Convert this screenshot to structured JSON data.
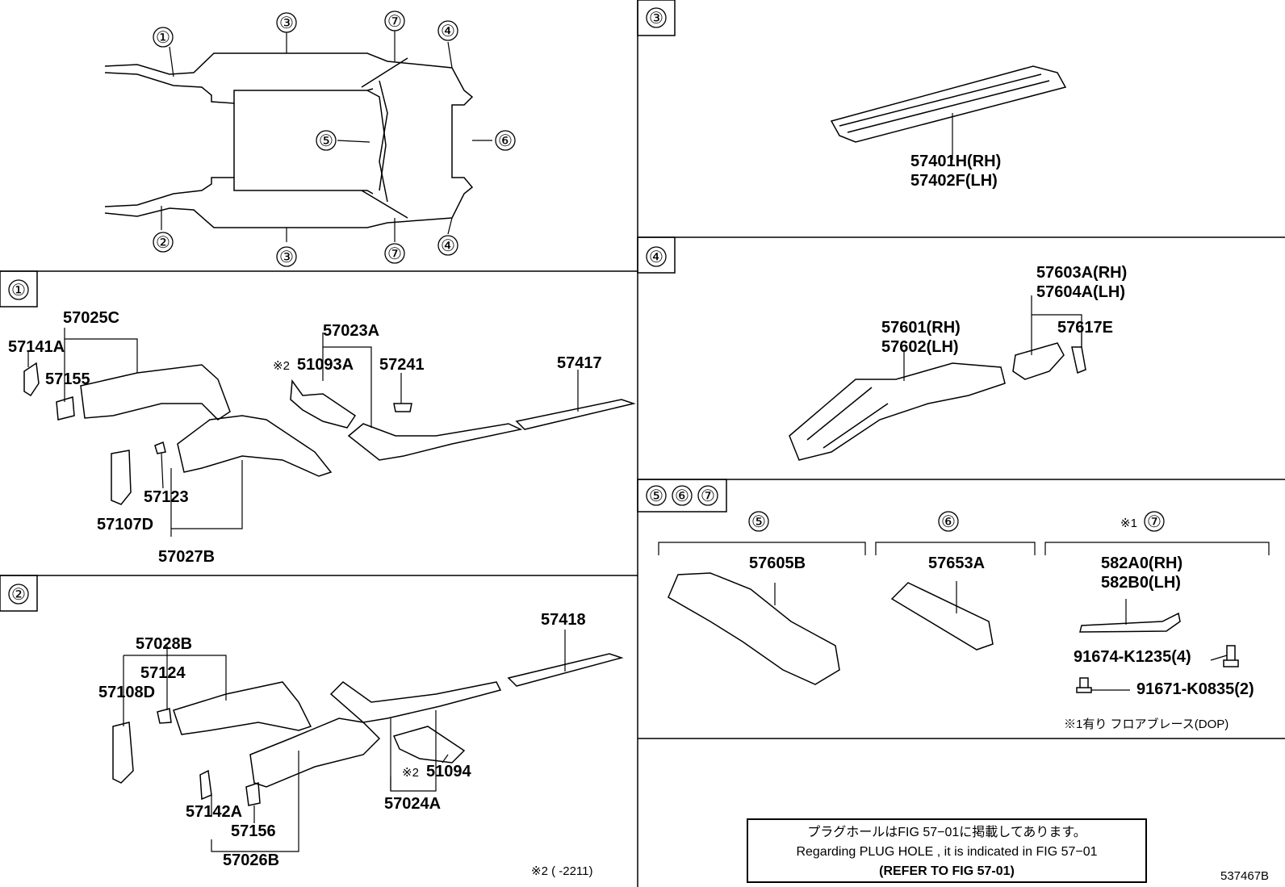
{
  "callouts": {
    "c1": "①",
    "c2": "②",
    "c3": "③",
    "c4": "④",
    "c5": "⑤",
    "c6": "⑥",
    "c7": "⑦"
  },
  "section3": {
    "part1": "57401H(RH)",
    "part2": "57402F(LH)"
  },
  "section4": {
    "p1": "57603A(RH)",
    "p2": "57604A(LH)",
    "p3": "57601(RH)",
    "p4": "57602(LH)",
    "p5": "57617E"
  },
  "section1": {
    "p57025C": "57025C",
    "p57141A": "57141A",
    "p57155": "57155",
    "p57023A": "57023A",
    "mark2": "※2",
    "p51093A": "51093A",
    "p57241": "57241",
    "p57417": "57417",
    "p57123": "57123",
    "p57107D": "57107D",
    "p57027B": "57027B"
  },
  "section2": {
    "p57418": "57418",
    "p57028B": "57028B",
    "p57124": "57124",
    "p57108D": "57108D",
    "mark2": "※2",
    "p51094": "51094",
    "p57024A": "57024A",
    "p57142A": "57142A",
    "p57156": "57156",
    "p57026B": "57026B",
    "footnote": "※2 (    -2211)"
  },
  "section567": {
    "p57605B": "57605B",
    "p57653A": "57653A",
    "mark1": "※1",
    "p582A0": "582A0(RH)",
    "p582B0": "582B0(LH)",
    "bolt1": "91674-K1235(4)",
    "bolt2": "91671-K0835(2)",
    "note": "※1有り フロアブレース(DOP)"
  },
  "notebox": {
    "jp": "プラグホールはFIG 57−01に掲載してあります。",
    "en": "Regarding PLUG HOLE , it is indicated in FIG 57−01",
    "ref": "(REFER TO FIG 57-01)"
  },
  "figure_id": "537467B"
}
